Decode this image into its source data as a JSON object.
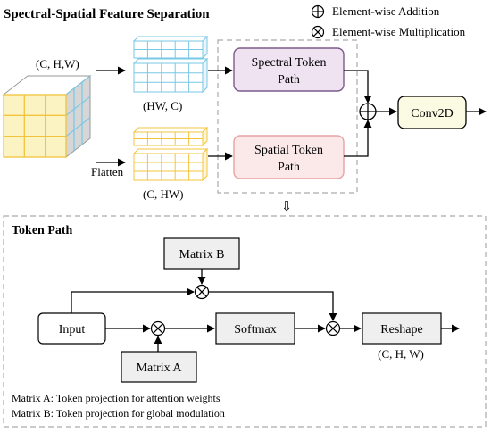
{
  "title": "Spectral-Spatial Feature Separation",
  "legend": {
    "addition": "Element-wise Addition",
    "multiplication": "Element-wise Multiplication"
  },
  "input_shape": "(C, H,W)",
  "flatten_label": "Flatten",
  "spectral_shape": "(HW, C)",
  "spatial_shape": "(C, HW)",
  "spectral_path": [
    "Spectral Token",
    "Path"
  ],
  "spatial_path": [
    "Spatial Token",
    "Path"
  ],
  "conv_label": "Conv2D",
  "arrow_symbol": "⇩",
  "token_path": {
    "title": "Token Path",
    "matrix_b": "Matrix B",
    "matrix_a": "Matrix A",
    "input": "Input",
    "softmax": "Softmax",
    "reshape": "Reshape",
    "output_shape": "(C, H, W)",
    "note_a": "Matrix A: Token projection for attention weights",
    "note_b": "Matrix B: Token projection for global modulation"
  },
  "colors": {
    "cube_face": "#fbf3c2",
    "cube_line_yellow": "#f2c43d",
    "cube_top": "#ffffff",
    "cube_side": "#d6d6d6",
    "cube_line_blue": "#79c7e6",
    "spectral_fill": "#efe3f2",
    "spectral_stroke": "#7d5a8a",
    "spatial_fill": "#fbe9e9",
    "spatial_stroke": "#e7a3a3",
    "conv_fill": "#fbfbe3",
    "dashed": "#aaaaaa",
    "gray_box": "#efefef"
  }
}
